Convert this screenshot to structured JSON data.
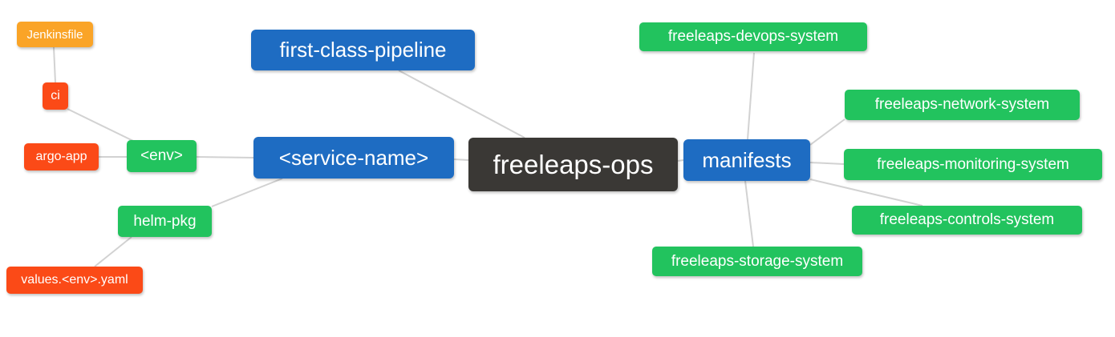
{
  "diagram": {
    "type": "mindmap",
    "nodes": {
      "root": {
        "label": "freeleaps-ops",
        "level": 0
      },
      "pipeline": {
        "label": "first-class-pipeline",
        "level": 1
      },
      "service": {
        "label": "<service-name>",
        "level": 1
      },
      "manifests": {
        "label": "manifests",
        "level": 1
      },
      "env": {
        "label": "<env>",
        "level": 2
      },
      "helm": {
        "label": "helm-pkg",
        "level": 2
      },
      "ci": {
        "label": "ci",
        "level": 3
      },
      "argo": {
        "label": "argo-app",
        "level": 3
      },
      "values": {
        "label": "values.<env>.yaml",
        "level": 3
      },
      "jenkinsfile": {
        "label": "Jenkinsfile",
        "level": 4
      },
      "devops": {
        "label": "freeleaps-devops-system",
        "level": 2
      },
      "network": {
        "label": "freeleaps-network-system",
        "level": 2
      },
      "monitoring": {
        "label": "freeleaps-monitoring-system",
        "level": 2
      },
      "controls": {
        "label": "freeleaps-controls-system",
        "level": 2
      },
      "storage": {
        "label": "freeleaps-storage-system",
        "level": 2
      }
    },
    "edges": [
      "jenkinsfile - ci",
      "ci - env",
      "argo - env",
      "env - service",
      "helm - service",
      "values - helm",
      "pipeline - root",
      "service - root",
      "root - manifests",
      "manifests - devops",
      "manifests - network",
      "manifests - monitoring",
      "manifests - controls",
      "manifests - storage"
    ]
  },
  "colors": {
    "root": "#3a3835",
    "level1": "#1e6cc2",
    "level2": "#22c35e",
    "level3": "#fb4a17",
    "level4": "#faa427",
    "text": "#ffffff",
    "connector": "#d2d2d2"
  }
}
